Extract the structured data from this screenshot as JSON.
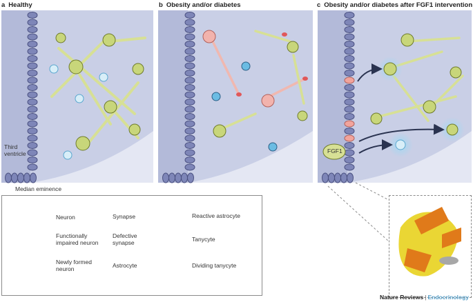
{
  "panels": [
    {
      "letter": "a",
      "title": "Healthy"
    },
    {
      "letter": "b",
      "title": "Obesity and/or diabetes"
    },
    {
      "letter": "c",
      "title": "Obesity and/or diabetes after FGF1 intervention"
    }
  ],
  "labels": {
    "third_ventricle_line1": "Third",
    "third_ventricle_line2": "ventricle",
    "median_eminence": "Median eminence",
    "fgf1": "FGF1"
  },
  "legend": {
    "neuron": "Neuron",
    "impaired_line1": "Functionally",
    "impaired_line2": "impaired neuron",
    "new_line1": "Newly formed",
    "new_line2": "neuron",
    "synapse": "Synapse",
    "defective_line1": "Defective",
    "defective_line2": "synapse",
    "astrocyte": "Astrocyte",
    "reactive_astrocyte": "Reactive astrocyte",
    "tanycyte": "Tanycyte",
    "dividing_tanycyte": "Dividing tanycyte"
  },
  "credit": {
    "publisher": "Nature Reviews",
    "separator": "|",
    "journal": "Endocrinology"
  },
  "colors": {
    "tissue": "#c9cfe6",
    "tissue_dark": "#b3bad9",
    "ventricle": "#a7aed3",
    "tanycyte": "#7e86b8",
    "neuron": "#c8d67a",
    "neuron_outline": "#6d7a2a",
    "impaired_neuron": "#f2b3ad",
    "synapse_defective": "#e0585a",
    "astrocyte": "#6bbce3",
    "glow": "#8fd0ee",
    "protein_yellow": "#e8d21e",
    "protein_orange": "#e07a1a"
  }
}
